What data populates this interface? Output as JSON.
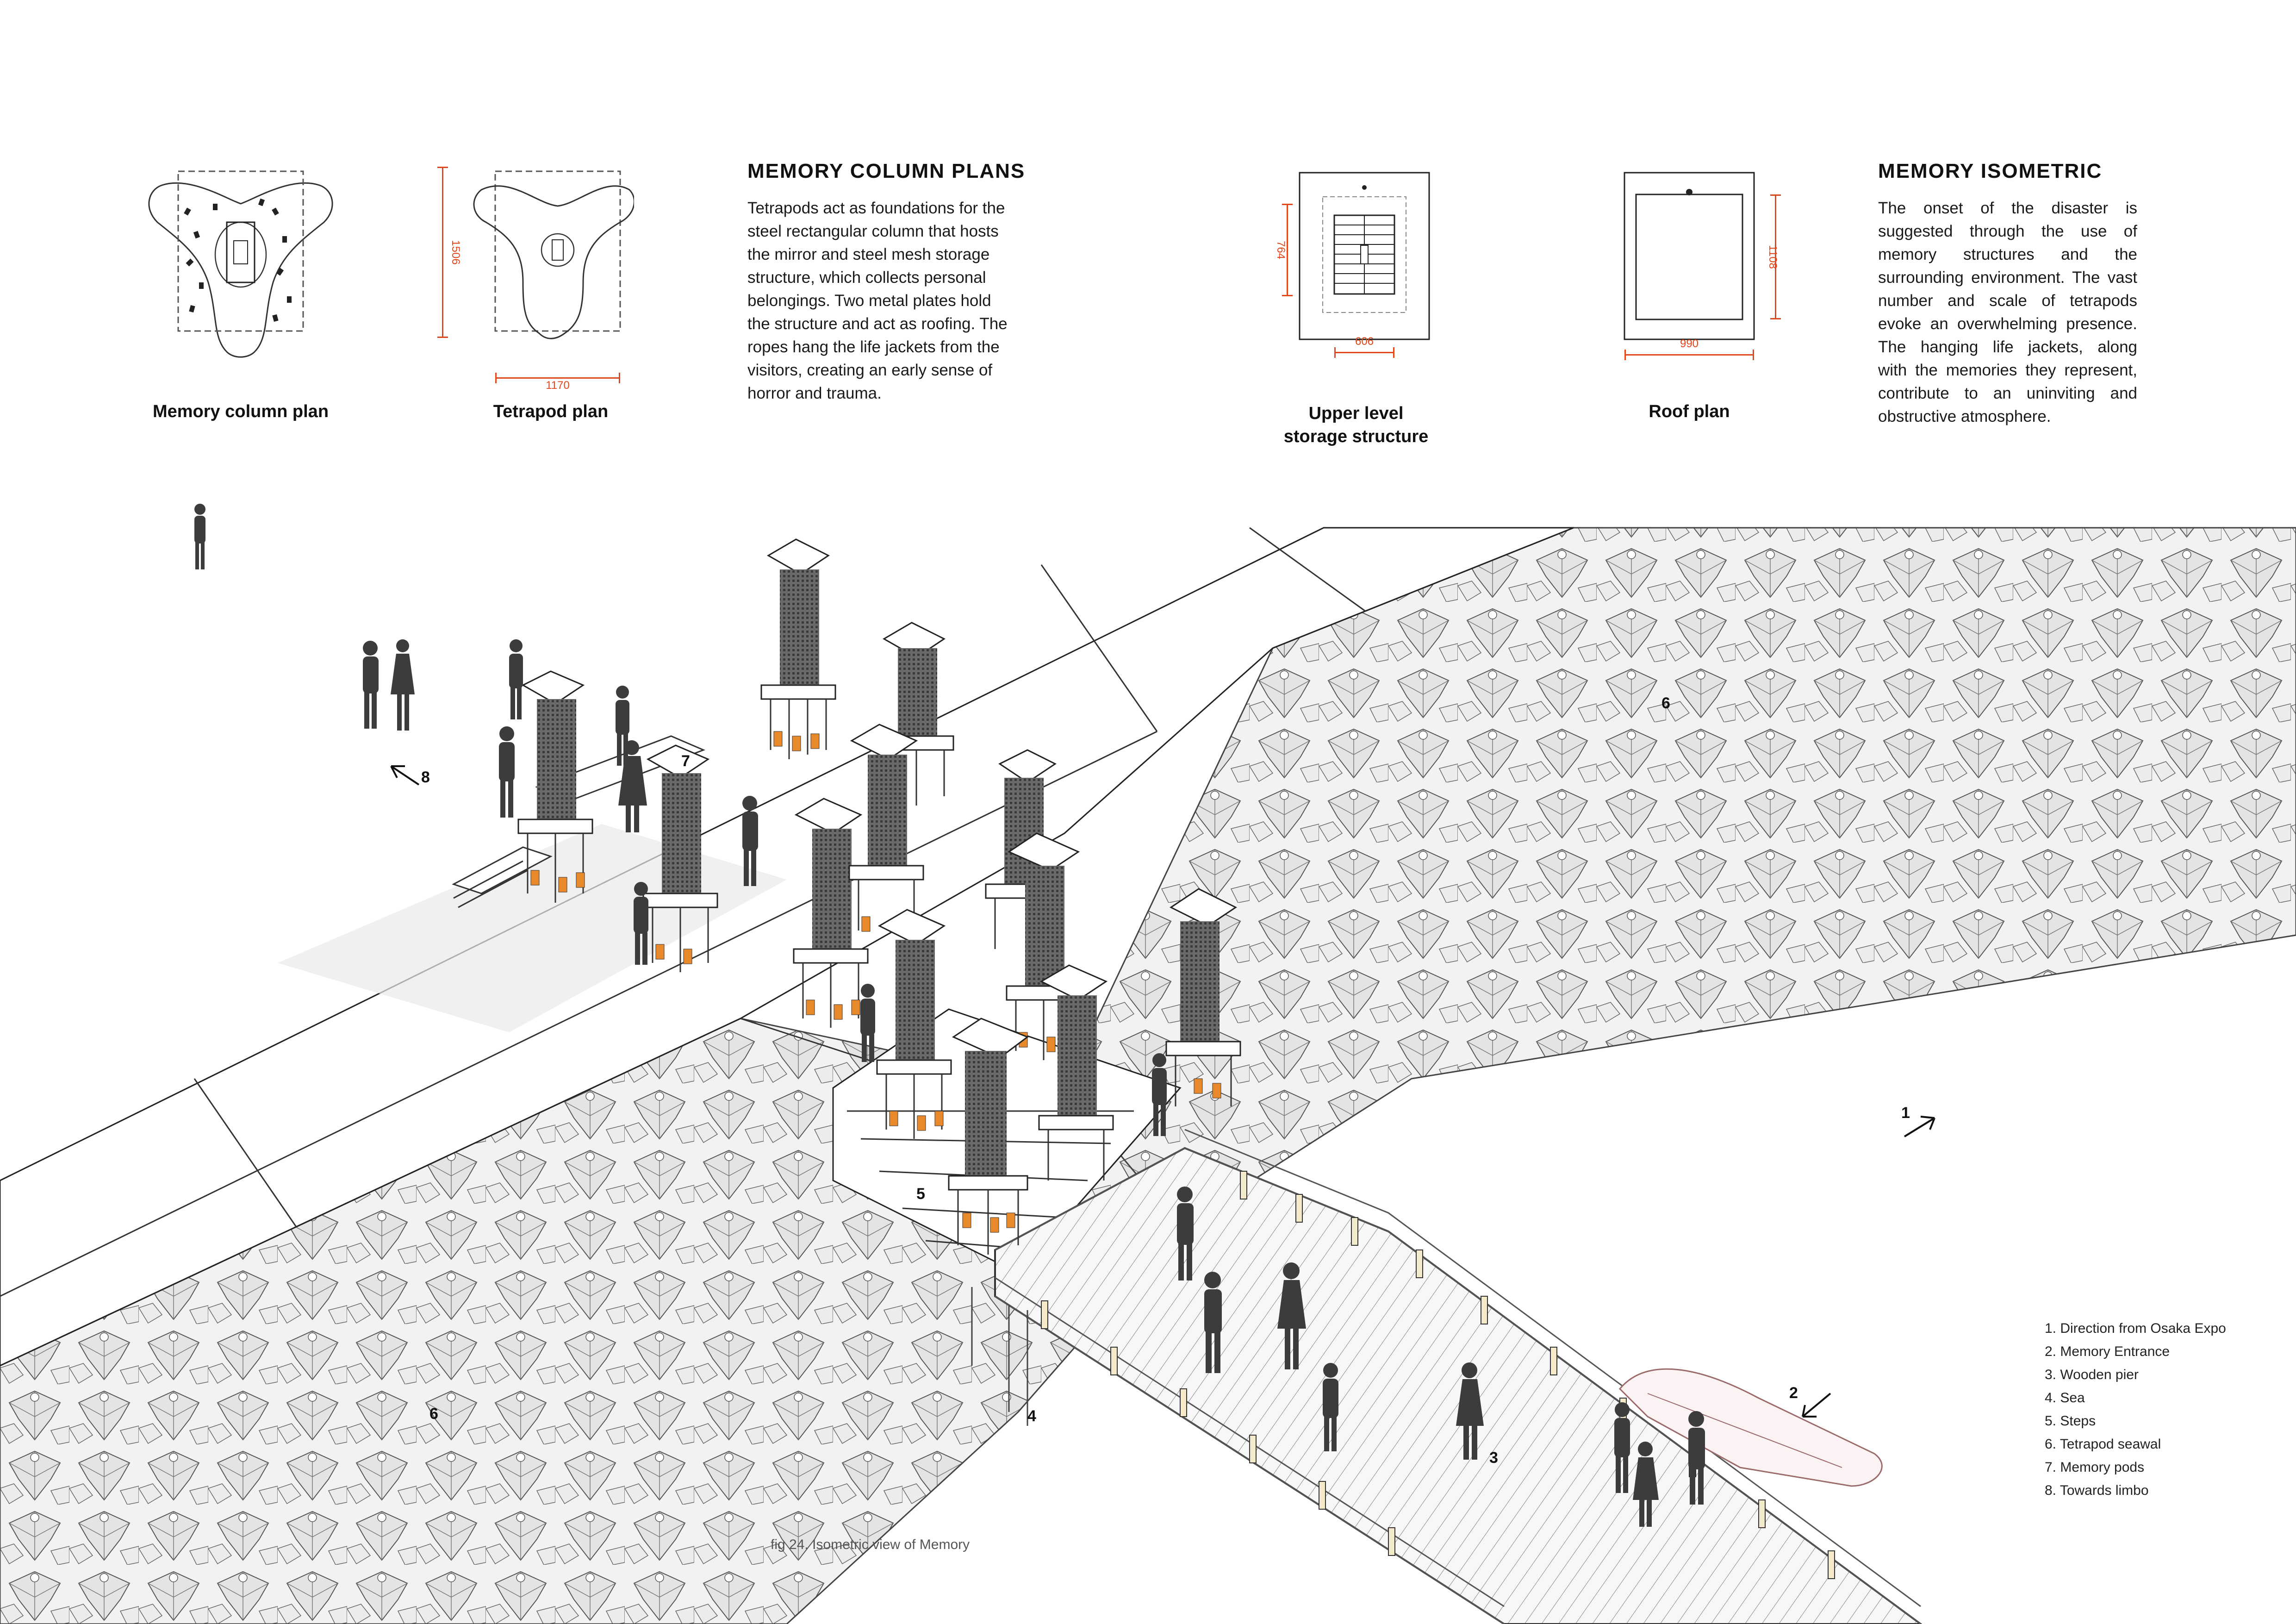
{
  "plans": {
    "memory_column_plan": {
      "caption": "Memory column plan"
    },
    "tetrapod_plan": {
      "caption": "Tetrapod plan",
      "dim_width": "1170",
      "dim_height": "1506"
    },
    "column_plans_text": {
      "title": "MEMORY COLUMN PLANS",
      "lines": [
        "Tetrapods act as foundations for the",
        "steel rectangular column that hosts",
        "the mirror and steel mesh storage",
        "structure, which collects personal",
        "belongings. Two metal plates hold",
        "the structure and act as roofing. The",
        "ropes hang the life jackets from the",
        "visitors, creating an early sense of",
        "horror and trauma."
      ]
    },
    "upper_storage": {
      "caption_line1": "Upper level",
      "caption_line2": "storage structure",
      "dim_width": "606",
      "dim_height": "764"
    },
    "roof_plan": {
      "caption": "Roof plan",
      "dim_width": "990",
      "dim_height": "1108"
    },
    "isometric_text": {
      "title": "MEMORY ISOMETRIC",
      "lines": [
        "The onset of the disaster is",
        "suggested through the use of",
        "memory structures and the",
        "surrounding environment. The vast",
        "number and scale of tetrapods",
        "evoke an overwhelming presence.",
        "The hanging life jackets, along",
        "with the memories they represent,",
        "contribute to an uninviting and",
        "obstructive atmosphere."
      ]
    }
  },
  "isometric": {
    "labels": [
      "1",
      "2",
      "3",
      "4",
      "5",
      "6",
      "6",
      "7",
      "8"
    ],
    "figure_caption": "fig 24. Isometric view of Memory"
  },
  "legend": [
    "1. Direction from Osaka Expo",
    "2. Memory Entrance",
    "3. Wooden pier",
    "4. Sea",
    "5. Steps",
    "6. Tetrapod seawal",
    "7. Memory pods",
    "8. Towards limbo"
  ],
  "colors": {
    "dimension": "#e0481b",
    "life_jacket": "#e8892b",
    "linework": "#333333"
  }
}
